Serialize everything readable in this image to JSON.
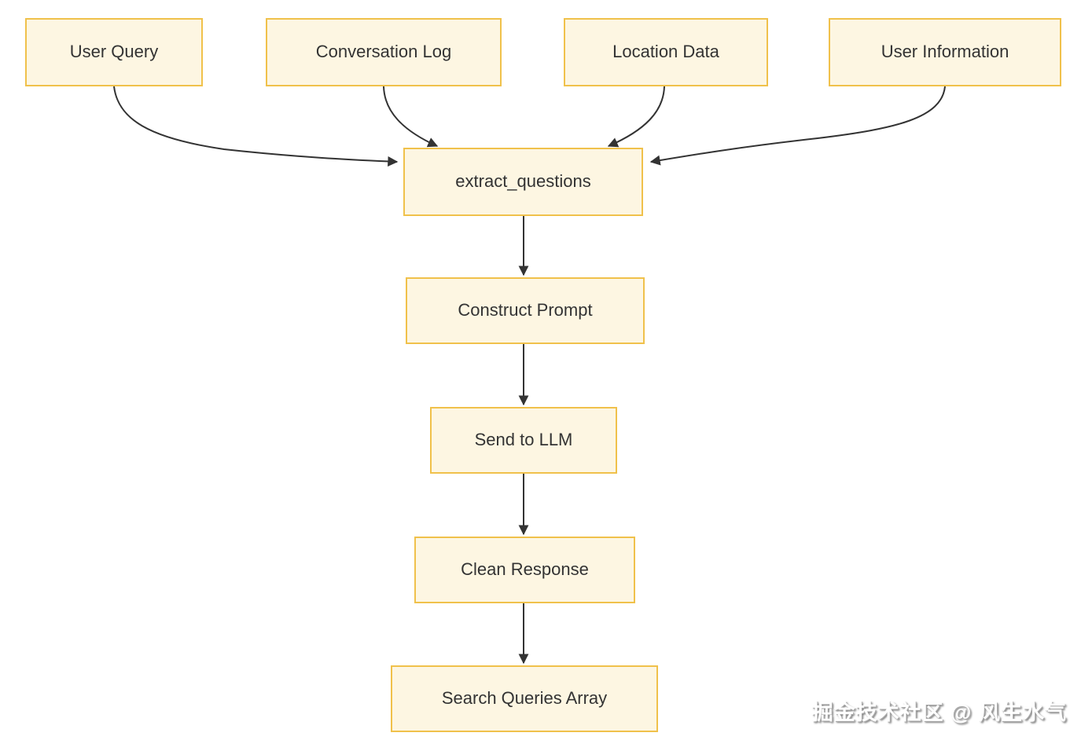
{
  "diagram": {
    "type": "flowchart",
    "direction": "top-down",
    "nodes": [
      {
        "id": "user-query",
        "label": "User Query"
      },
      {
        "id": "conversation-log",
        "label": "Conversation Log"
      },
      {
        "id": "location-data",
        "label": "Location Data"
      },
      {
        "id": "user-information",
        "label": "User Information"
      },
      {
        "id": "extract-questions",
        "label": "extract_questions"
      },
      {
        "id": "construct-prompt",
        "label": "Construct Prompt"
      },
      {
        "id": "send-to-llm",
        "label": "Send to LLM"
      },
      {
        "id": "clean-response",
        "label": "Clean Response"
      },
      {
        "id": "search-queries-array",
        "label": "Search Queries Array"
      }
    ],
    "edges": [
      {
        "from": "user-query",
        "to": "extract-questions"
      },
      {
        "from": "conversation-log",
        "to": "extract-questions"
      },
      {
        "from": "location-data",
        "to": "extract-questions"
      },
      {
        "from": "user-information",
        "to": "extract-questions"
      },
      {
        "from": "extract-questions",
        "to": "construct-prompt"
      },
      {
        "from": "construct-prompt",
        "to": "send-to-llm"
      },
      {
        "from": "send-to-llm",
        "to": "clean-response"
      },
      {
        "from": "clean-response",
        "to": "search-queries-array"
      }
    ],
    "colors": {
      "node_fill": "#fdf6e2",
      "node_border": "#f0c14b",
      "edge": "#333333",
      "text": "#333333",
      "background": "#ffffff"
    }
  },
  "watermark": {
    "text": "掘金技术社区 @ 风生水气"
  }
}
